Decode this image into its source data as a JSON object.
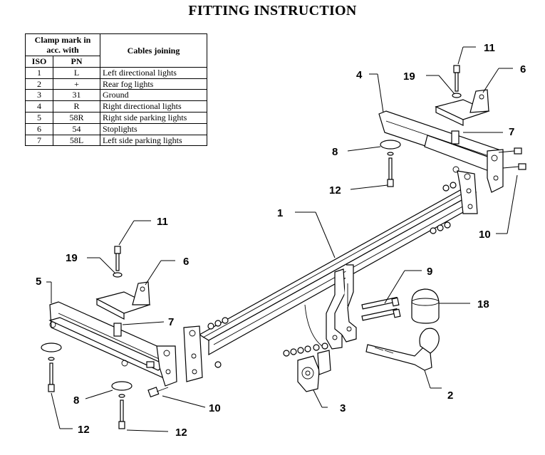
{
  "title": "FITTING INSTRUCTION",
  "table": {
    "header_clamp": "Clamp mark in acc. with",
    "header_cables": "Cables joining",
    "header_iso": "ISO",
    "header_pn": "PN",
    "rows": [
      {
        "iso": "1",
        "pn": "L",
        "desc": "Left directional lights"
      },
      {
        "iso": "2",
        "pn": "+",
        "desc": "Rear fog lights"
      },
      {
        "iso": "3",
        "pn": "31",
        "desc": "Ground"
      },
      {
        "iso": "4",
        "pn": "R",
        "desc": "Right directional lights"
      },
      {
        "iso": "5",
        "pn": "58R",
        "desc": "Right side parking lights"
      },
      {
        "iso": "6",
        "pn": "54",
        "desc": "Stoplights"
      },
      {
        "iso": "7",
        "pn": "58L",
        "desc": "Left side parking lights"
      }
    ]
  },
  "callouts": {
    "c1": "1",
    "c2": "2",
    "c3": "3",
    "c4": "4",
    "c5": "5",
    "c6a": "6",
    "c6b": "6",
    "c7a": "7",
    "c7b": "7",
    "c8a": "8",
    "c8b": "8",
    "c9": "9",
    "c10a": "10",
    "c10b": "10",
    "c11a": "11",
    "c11b": "11",
    "c12a": "12",
    "c12b": "12",
    "c12c": "12",
    "c18": "18",
    "c19a": "19",
    "c19b": "19"
  }
}
